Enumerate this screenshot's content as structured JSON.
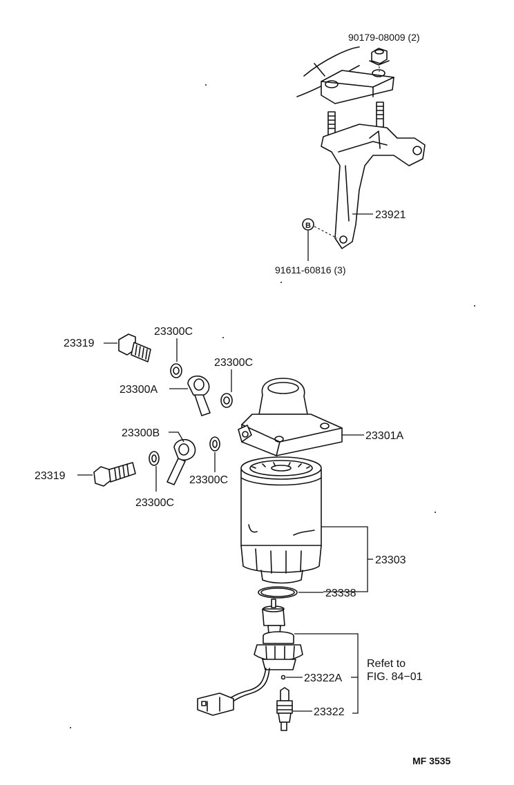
{
  "diagram": {
    "labels": {
      "nut_top": "90179-08009 (2)",
      "bracket": "23921",
      "bolt_b": "91611-60816 (3)",
      "union_bolt_1": "23319",
      "gasket_1": "23300C",
      "gasket_2": "23300C",
      "hose_a": "23300A",
      "hose_b": "23300B",
      "gasket_3": "23300C",
      "gasket_4": "23300C",
      "union_bolt_2": "23319",
      "filter_head": "23301A",
      "filter_element": "23303",
      "o_ring": "23338",
      "sensor_oring": "23322A",
      "sensor": "23322",
      "refer_line1": "Refet to",
      "refer_line2": "FIG. 84−01",
      "bolt_symbol": "B",
      "footer_code": "MF  3535"
    }
  }
}
